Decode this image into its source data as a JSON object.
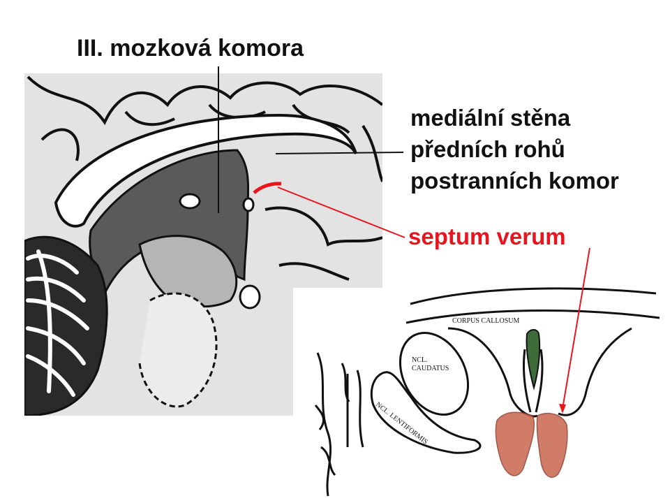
{
  "labels": {
    "title": "III. mozková komora",
    "wall_line1": "mediální stěna",
    "wall_line2": "předních rohů",
    "wall_line3": "postranních komor",
    "septum": "septum verum"
  },
  "inset_labels": {
    "corpus": "CORPUS CALLOSUM",
    "caudatus_line1": "NCL.",
    "caudatus_line2": "CAUDATUS",
    "lentiformis": "NCL. LENTIFORMIS"
  },
  "colors": {
    "text": "#111111",
    "highlight": "#e8141e",
    "brain_fill": "#cfcfcf",
    "ventricle_fill": "#5a5a5a",
    "septum_fill": "#c9664f",
    "pellucidum_fill": "#3e6b3a"
  }
}
